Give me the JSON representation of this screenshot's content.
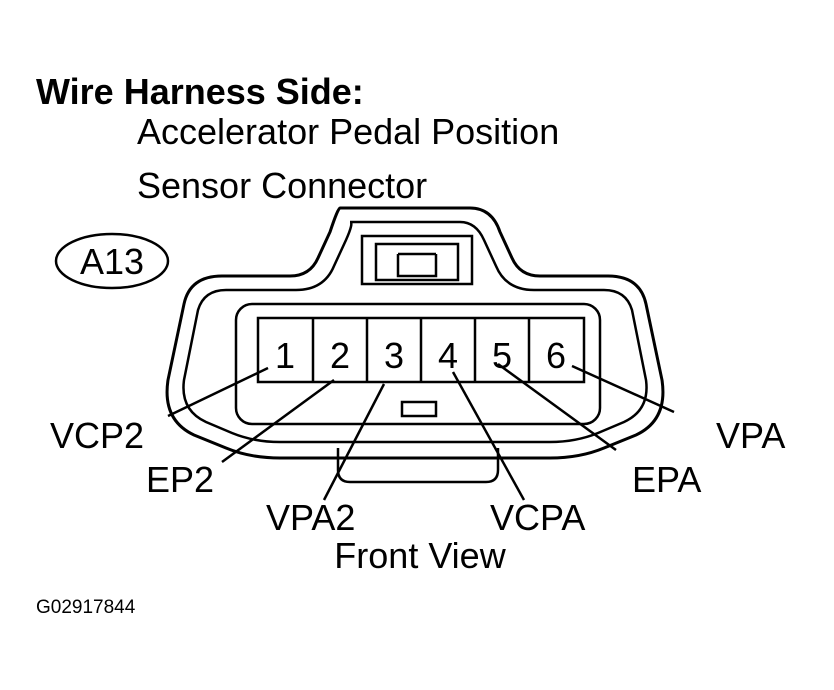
{
  "header": {
    "title": "Wire Harness Side:",
    "subtitle_line1": "Accelerator Pedal Position",
    "subtitle_line2": "Sensor Connector"
  },
  "connector": {
    "id_badge": "A13",
    "pins": [
      {
        "number": "1",
        "signal": "VCP2"
      },
      {
        "number": "2",
        "signal": "EP2"
      },
      {
        "number": "3",
        "signal": "VPA2"
      },
      {
        "number": "4",
        "signal": "VCPA"
      },
      {
        "number": "5",
        "signal": "EPA"
      },
      {
        "number": "6",
        "signal": "VPA"
      }
    ],
    "view_label": "Front View"
  },
  "footer": {
    "figure_code": "G02917844"
  }
}
